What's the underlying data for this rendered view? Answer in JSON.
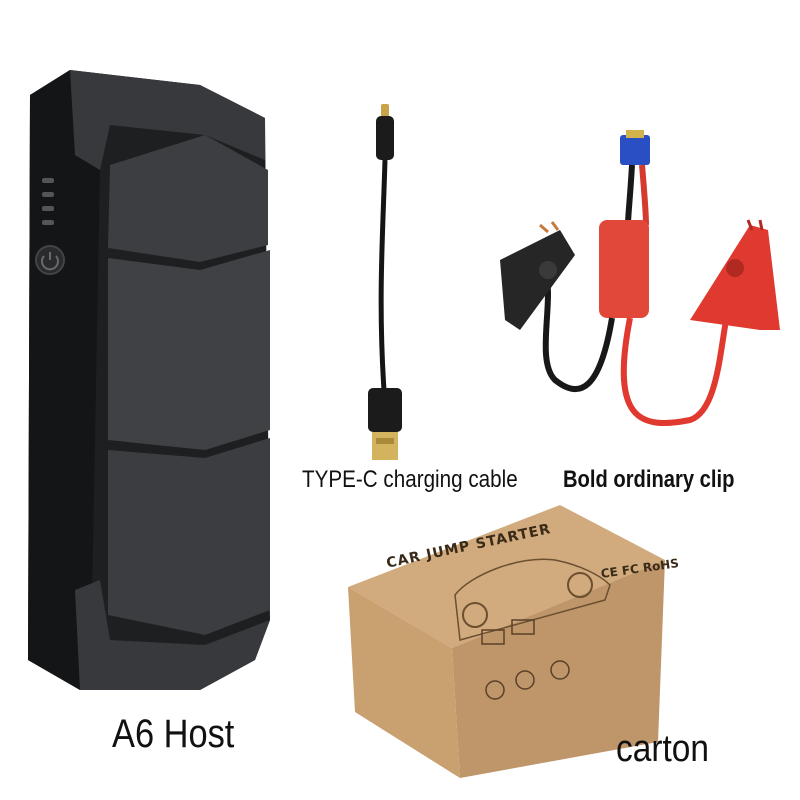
{
  "labels": {
    "host": "A6 Host",
    "cable": "TYPE-C charging cable",
    "clip": "Bold ordinary clip",
    "carton": "carton"
  },
  "carton_print": {
    "title": "CAR JUMP STARTER",
    "cert": "CE FC RoHS"
  },
  "colors": {
    "host_body": "#2b2c2e",
    "host_panel": "#3a3b3e",
    "clip_black": "#262626",
    "clip_red": "#e03a30",
    "carton": "#c49a68",
    "connector_blue": "#2a4fc4"
  }
}
